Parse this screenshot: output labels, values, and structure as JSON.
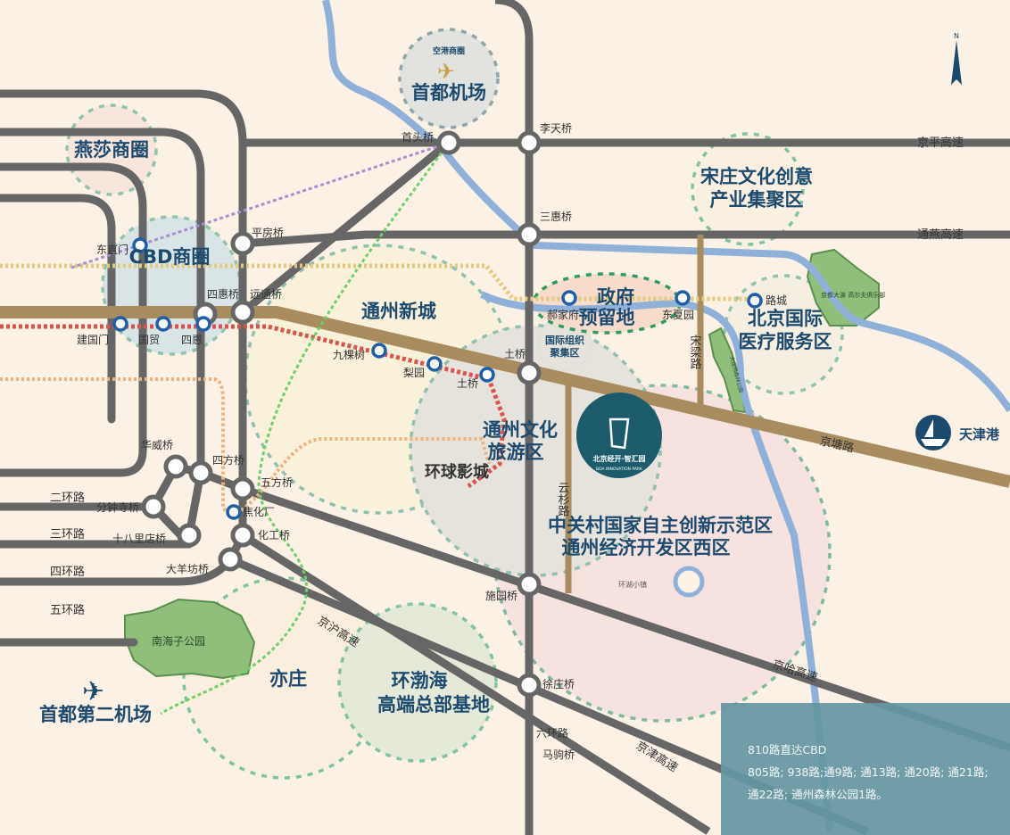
{
  "zones": {
    "yansha": "燕莎商圈",
    "cbd": "CBD商圈",
    "airport_sub": "空港商圈",
    "airport": "首都机场",
    "songzhuang_1": "宋庄文化创意",
    "songzhuang_2": "产业集聚区",
    "tongzhou_new": "通州新城",
    "gov_1": "政府",
    "gov_2": "预留地",
    "intl_org_1": "国际组织",
    "intl_org_2": "聚集区",
    "medical_1": "北京国际",
    "medical_2": "医疗服务区",
    "culture_1": "通州文化",
    "culture_2": "旅游区",
    "universal": "环球影城",
    "zgc_1": "中关村国家自主创新示范区",
    "zgc_2": "通州经济开发区西区",
    "yizhuang": "亦庄",
    "bohai_1": "环渤海",
    "bohai_2": "高端总部基地",
    "nanhaizi": "南海子公园",
    "daxing_airport": "首都第二机场",
    "tianjin": "天津港",
    "huanhu": "环湖小镇",
    "forest_park": "大运河森林公园",
    "golf": "京都大演 高尔夫俱乐部"
  },
  "bridges": [
    "首头桥",
    "李天桥",
    "三惠桥",
    "平房桥",
    "四惠桥",
    "远通桥",
    "土桥",
    "华威桥",
    "四方桥",
    "五方桥",
    "分钟寺桥",
    "十八里店桥",
    "化工桥",
    "大羊坊桥",
    "施园桥",
    "徐庄桥",
    "六环路",
    "马驹桥"
  ],
  "stations": [
    "东直门",
    "建国门",
    "国贸",
    "四惠",
    "九棵树",
    "梨园",
    "土桥",
    "郝家府",
    "东夏园",
    "路城",
    "焦化厂"
  ],
  "roads": {
    "jingping": "京平高速",
    "tongyan": "通燕高速",
    "jingtang": "京塘路",
    "jingha": "京哈高速",
    "jinghu": "京沪高速",
    "jingjin": "京津高速",
    "songliang": "宋梁路",
    "yunshan": "云杉路",
    "ring2": "二环路",
    "ring3": "三环路",
    "ring4": "四环路",
    "ring5": "五环路"
  },
  "logo": {
    "cn": "北京经开·智汇园",
    "en": "BDA INNOVATION PARK"
  },
  "compass": "N",
  "transit": {
    "line1": "810路直达CBD",
    "line2": "805路; 938路;通9路; 通13路; 通20路; 通21路;",
    "line3": "通22路; 通州森林公园1路。"
  },
  "colors": {
    "background": "#fbf1e4",
    "road": "#666666",
    "main_road": "#a88c5e",
    "river": "#8fb0d8",
    "zone_text": "#1c4a6e",
    "metro": "#1f5fa8",
    "panel": "#6496a2"
  }
}
